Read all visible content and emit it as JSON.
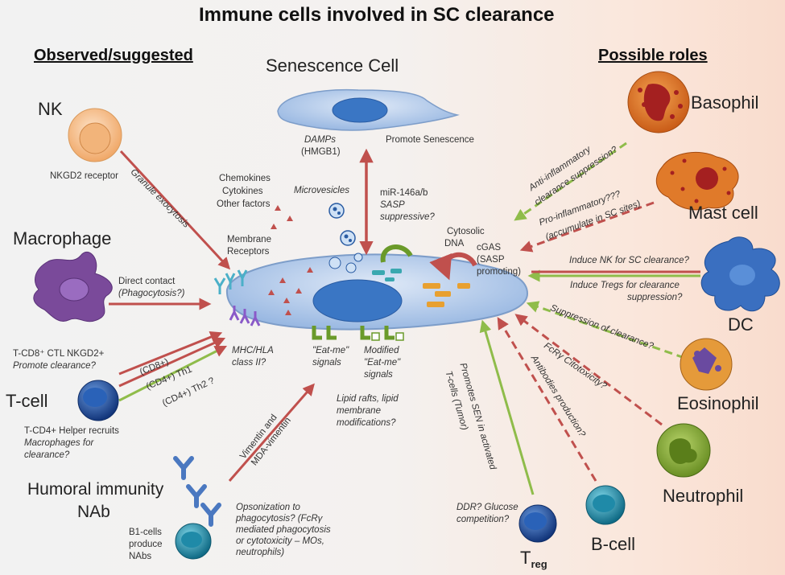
{
  "title": "Immune cells involved in SC clearance",
  "headers": {
    "left": "Observed/suggested",
    "right": "Possible roles"
  },
  "center": {
    "cell_label": "Senescence Cell"
  },
  "cells": {
    "nk": "NK",
    "macrophage": "Macrophage",
    "tcell": "T-cell",
    "humoral": "Humoral immunity",
    "nab": "NAb",
    "basophil": "Basophil",
    "mastcell": "Mast cell",
    "dc": "DC",
    "eosinophil": "Eosinophil",
    "neutrophil": "Neutrophil",
    "bcell": "B-cell",
    "treg_main": "T",
    "treg_sub": "reg"
  },
  "labels": {
    "nkgd2": "NKGD2 receptor",
    "granule": "Granule exocytosis",
    "direct_contact": "Direct contact",
    "phagocytosis": "(Phagocytosis?)",
    "tcd8_1": "T-CD8⁺ CTL NKGD2+",
    "tcd8_2": "Promote clearance?",
    "cd8": "(CD8+)",
    "cd4th1": "(CD4+) Th1",
    "cd4th2": "(CD4+) Th2 ?",
    "tcd4_1": "T-CD4+ Helper recruits",
    "tcd4_2": "Macrophages for",
    "tcd4_3": "clearance?",
    "vimentin_1": "Vimentin and",
    "vimentin_2": "MDA-vimentin",
    "b1_1": "B1-cells",
    "b1_2": "produce",
    "b1_3": "NAbs",
    "opson_1": "Opsonization to",
    "opson_2": "phagocytosis? (FcRγ",
    "opson_3": "mediated phagocytosis",
    "opson_4": "or cytotoxicity – MOs,",
    "opson_5": "neutrophils)",
    "chemo_1": "Chemokines",
    "chemo_2": "Cytokines",
    "chemo_3": "Other factors",
    "membrane_1": "Membrane",
    "membrane_2": "Receptors",
    "damps_1": "DAMPs",
    "damps_2": "(HMGB1)",
    "promote_sen": "Promote Senescence",
    "microvesicles": "Microvesicles",
    "mir_1": "miR-146a/b",
    "mir_2": "SASP",
    "mir_3": "suppressive?",
    "cyto_1": "Cytosolic",
    "cyto_2": "DNA",
    "cgas_1": "cGAS",
    "cgas_2": "(SASP",
    "cgas_3": "promoting)",
    "mhc_1": "MHC/HLA",
    "mhc_2": "class II?",
    "eatme_1": "\"Eat-me\"",
    "eatme_2": "signals",
    "mod_1": "Modified",
    "mod_2": "\"Eat-me\"",
    "mod_3": "signals",
    "lipid_1": "Lipid rafts, lipid",
    "lipid_2": "membrane",
    "lipid_3": "modifications?",
    "antiinf_1": "Anti-inflammatory",
    "antiinf_2": "clearance suppression?",
    "proinf_1": "Pro-inflammatory???",
    "proinf_2": "(accumulate in SC sites)",
    "induce_nk": "Induce NK for SC clearance?",
    "induce_treg_1": "Induce Tregs for clearance",
    "induce_treg_2": "suppression?",
    "suppression": "Suppression of clearance?",
    "fcr": "FcRγ Citotoxicity?",
    "antibodies": "Antibodies production?",
    "promotes_sen_1": "Promotes SEN in activated",
    "promotes_sen_2": "T-cells (Tumor)",
    "ddr_1": "DDR? Glucose",
    "ddr_2": "competition?"
  },
  "colors": {
    "red_arrow": "#c0504d",
    "green_arrow": "#8fbc4a",
    "cell_blue": "#a9c4e6",
    "nucleus": "#3a76c4",
    "nk_fill": "#f7c89a",
    "macrophage": "#7a4a9a",
    "tcell": "#1f4e8c",
    "basophil": "#d9722a",
    "mast": "#e07a2a",
    "dc": "#3a6fc0",
    "eos": "#e59a3a",
    "neutrophil": "#8aae3c",
    "bcell": "#1f8aa8",
    "treg": "#1f4e8c"
  }
}
